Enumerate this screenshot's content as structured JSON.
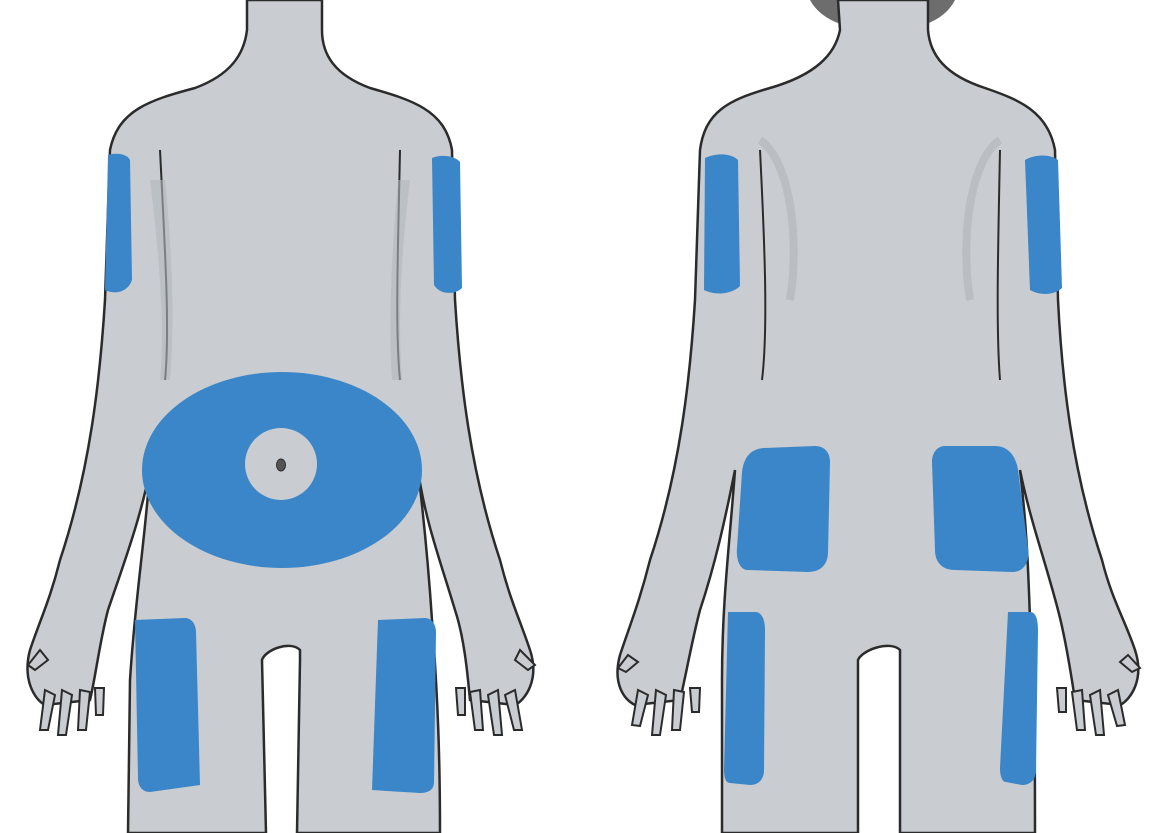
{
  "colors": {
    "background": "#ffffff",
    "skin": "#c9ccd0",
    "skin_shade": "#b3b7bc",
    "outline": "#2b2b2b",
    "injection_site": "#3a86c8",
    "hair": "#6d6d6d"
  },
  "figures": [
    {
      "view": "front",
      "highlighted_sites": [
        "upper-arm-left",
        "upper-arm-right",
        "abdomen",
        "thigh-left",
        "thigh-right"
      ]
    },
    {
      "view": "back",
      "highlighted_sites": [
        "upper-arm-left",
        "upper-arm-right",
        "buttock-left",
        "buttock-right",
        "thigh-left",
        "thigh-right"
      ]
    }
  ]
}
